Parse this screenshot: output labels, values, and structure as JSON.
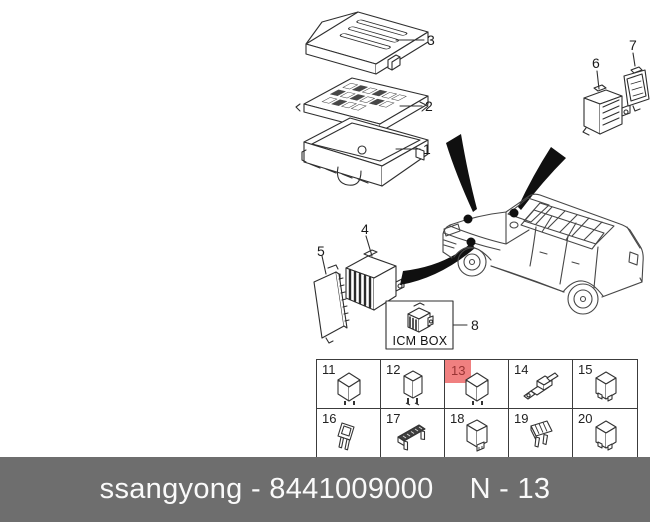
{
  "colors": {
    "highlight_bg": "#f08080",
    "highlight_fg": "#993333",
    "footer_bg": "#6e6e6e",
    "footer_fg": "#fafafa",
    "line": "#2f2f2f"
  },
  "callouts": {
    "c1": "1",
    "c2": "2",
    "c3": "3",
    "c4": "4",
    "c5": "5",
    "c6": "6",
    "c7": "7",
    "c8": "8"
  },
  "icm_box": {
    "label": "ICM BOX"
  },
  "parts_table": {
    "cells": [
      {
        "num": "11",
        "icon": "relay-cube"
      },
      {
        "num": "12",
        "icon": "relay-tall"
      },
      {
        "num": "13",
        "icon": "relay-cube",
        "highlight": true
      },
      {
        "num": "14",
        "icon": "fusible-link"
      },
      {
        "num": "15",
        "icon": "relay-socket"
      },
      {
        "num": "16",
        "icon": "fuse-mini"
      },
      {
        "num": "17",
        "icon": "fuse-puller"
      },
      {
        "num": "18",
        "icon": "relay-connector"
      },
      {
        "num": "19",
        "icon": "fuse-maxi"
      },
      {
        "num": "20",
        "icon": "relay-socket"
      }
    ]
  },
  "footer": {
    "brand_part": "ssangyong - 8441009000",
    "page_ref": "N - 13"
  }
}
